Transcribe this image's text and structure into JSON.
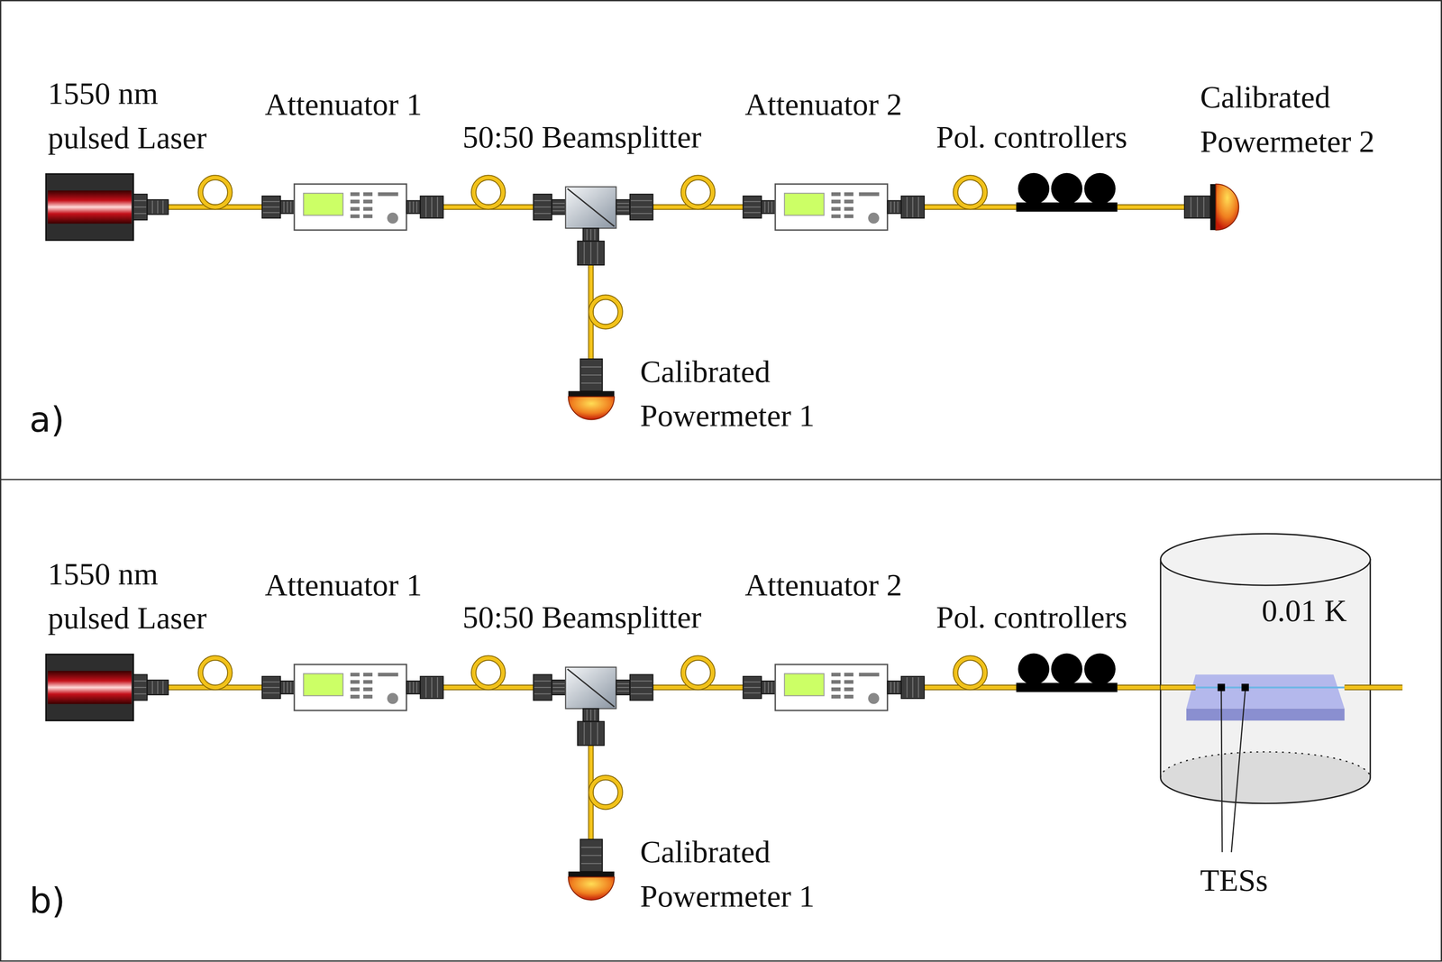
{
  "diagram": {
    "nodes": [
      {
        "text": [
          "1550 nm pulsed Laser"
        ]
      },
      {
        "text": [
          "Attenuator 1"
        ]
      },
      {
        "text": [
          "50:50 Beamsplitter"
        ]
      },
      {
        "text": [
          "Attenuator 2"
        ]
      },
      {
        "text": [
          "Pol. controllers"
        ]
      },
      {
        "text": [
          "Calibrated Powermeter 2"
        ]
      },
      {
        "text": [
          "Calibrated Powermeter 1"
        ]
      },
      {
        "text": [
          "1550 nm pulsed Laser"
        ]
      },
      {
        "text": [
          "Attenuator 1"
        ]
      },
      {
        "text": [
          "50:50 Beamsplitter"
        ]
      },
      {
        "text": [
          "Attenuator 2"
        ]
      },
      {
        "text": [
          "Pol. controllers"
        ]
      },
      {
        "text": [
          "Calibrated Powermeter 1"
        ]
      },
      {
        "text": [
          "0.01 K",
          "TESs"
        ]
      }
    ],
    "edges": [
      {
        "from": 0,
        "to": 1,
        "arrow": "none"
      },
      {
        "from": 1,
        "to": 2,
        "arrow": "none"
      },
      {
        "from": 2,
        "to": 3,
        "arrow": "none"
      },
      {
        "from": 3,
        "to": 4,
        "arrow": "none"
      },
      {
        "from": 4,
        "to": 5,
        "arrow": "none"
      },
      {
        "from": 2,
        "to": 6,
        "arrow": "none"
      },
      {
        "from": 7,
        "to": 8,
        "arrow": "none"
      },
      {
        "from": 8,
        "to": 9,
        "arrow": "none"
      },
      {
        "from": 9,
        "to": 10,
        "arrow": "none"
      },
      {
        "from": 10,
        "to": 11,
        "arrow": "none"
      },
      {
        "from": 11,
        "to": 13,
        "arrow": "none"
      },
      {
        "from": 9,
        "to": 12,
        "arrow": "none"
      }
    ],
    "labels": [
      "a)",
      "b)"
    ]
  }
}
